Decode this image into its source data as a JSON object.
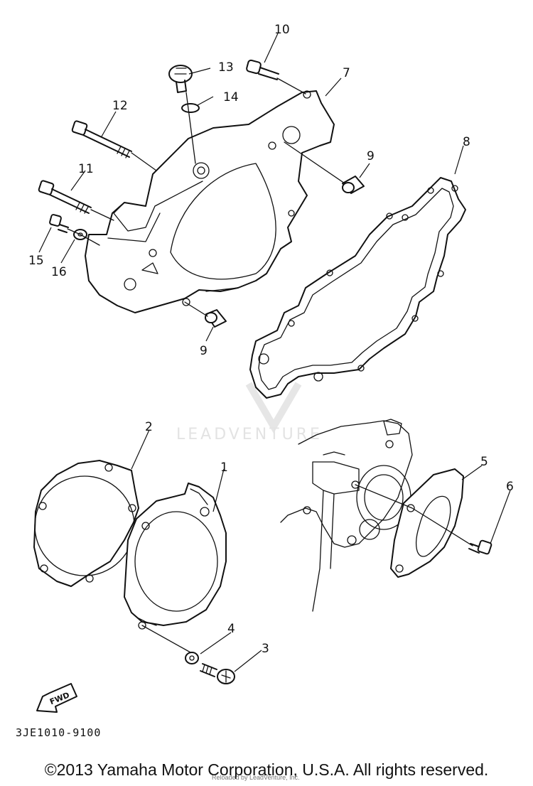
{
  "watermark": "LEADVENTURE",
  "callouts": [
    {
      "id": "1",
      "label": "1"
    },
    {
      "id": "2",
      "label": "2"
    },
    {
      "id": "3",
      "label": "3"
    },
    {
      "id": "4",
      "label": "4"
    },
    {
      "id": "5",
      "label": "5"
    },
    {
      "id": "6",
      "label": "6"
    },
    {
      "id": "7",
      "label": "7"
    },
    {
      "id": "8",
      "label": "8"
    },
    {
      "id": "9a",
      "label": "9"
    },
    {
      "id": "9b",
      "label": "9"
    },
    {
      "id": "10",
      "label": "10"
    },
    {
      "id": "11",
      "label": "11"
    },
    {
      "id": "12",
      "label": "12"
    },
    {
      "id": "13",
      "label": "13"
    },
    {
      "id": "14",
      "label": "14"
    },
    {
      "id": "15",
      "label": "15"
    },
    {
      "id": "16",
      "label": "16"
    }
  ],
  "fwd_label": "FWD",
  "part_code": "3JE1010-9100",
  "copyright": "©2013 Yamaha Motor Corporation, U.S.A. All rights reserved.",
  "reseller_note": "Reloaded by LeadVenture, Inc."
}
